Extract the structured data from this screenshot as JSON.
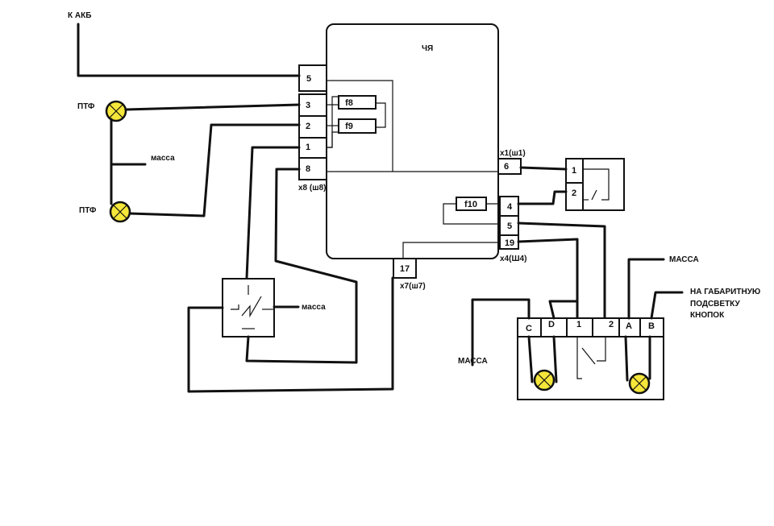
{
  "labels": {
    "akb": "К АКБ",
    "ptf_top": "ПТФ",
    "ptf_bottom": "ПТФ",
    "massa_left": "масса",
    "massa_switch": "масса",
    "unit_title": "ЧЯ",
    "x8": "x8 (ш8)",
    "x1": "x1(ш1)",
    "x4": "x4(Ш4)",
    "x7": "x7(ш7)",
    "massa_right_top": "МАССА",
    "massa_right_left": "МАССА",
    "gabarit_1": "НА ГАБАРИТНУЮ",
    "gabarit_2": "ПОДСВЕТКУ",
    "gabarit_3": "КНОПОК"
  },
  "connector_x8_pins": [
    "5",
    "3",
    "2",
    "1",
    "8"
  ],
  "fuses": {
    "f8": "f8",
    "f9": "f9",
    "f10": "f10"
  },
  "pin_x1": "6",
  "relay_pins": [
    "1",
    "2"
  ],
  "x4_pins": [
    "4",
    "5",
    "19"
  ],
  "pin_x7": "17",
  "button_pins": [
    "C",
    "D",
    "1",
    "2",
    "A",
    "B"
  ],
  "colors": {
    "lamp": "#f5e63a",
    "line": "#111111"
  }
}
